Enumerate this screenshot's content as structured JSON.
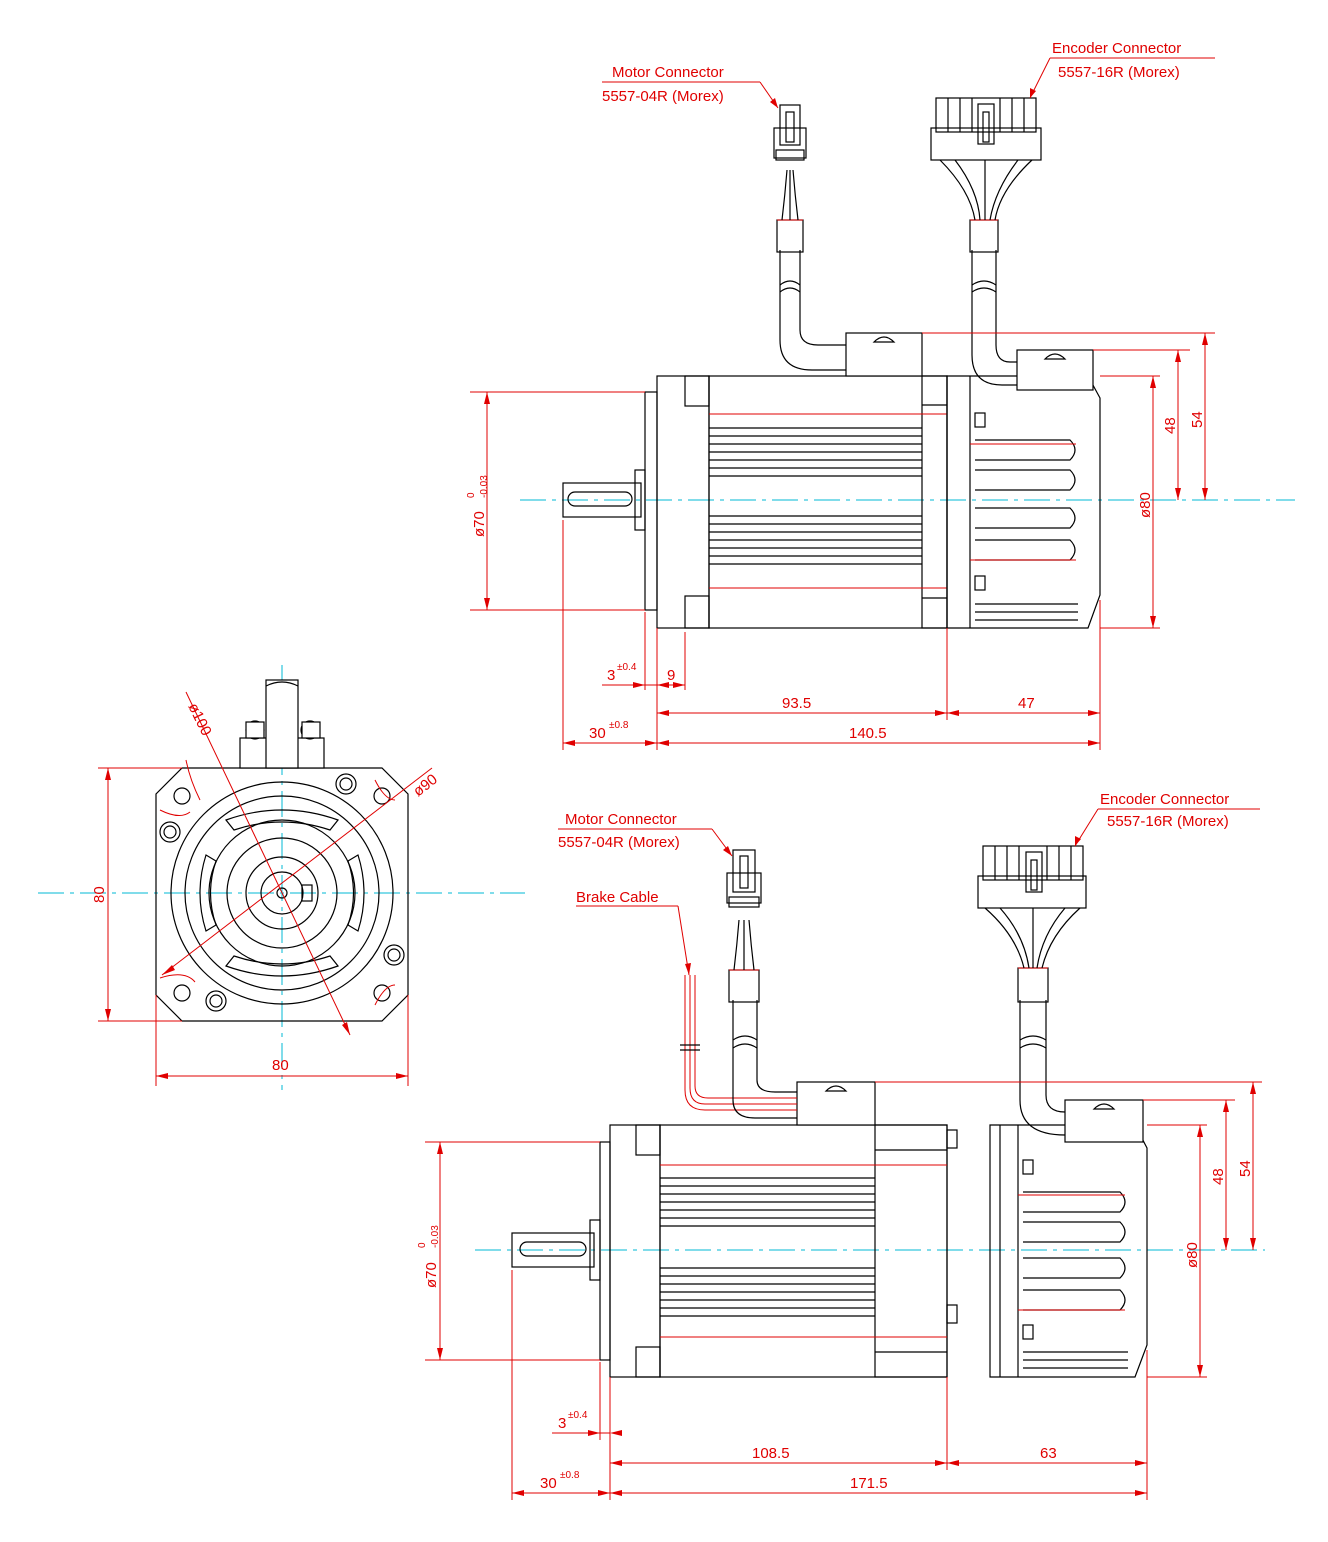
{
  "colors": {
    "outline": "#000000",
    "dimension": "#e00000",
    "centerline": "#00b8d4"
  },
  "view_top": {
    "motor_connector": {
      "name": "Motor Connector",
      "part": "5557-04R (Morex)"
    },
    "encoder_connector": {
      "name": "Encoder Connector",
      "part": "5557-16R (Morex)"
    },
    "dims": {
      "pilot_diameter": "ø70",
      "pilot_tol_upper": "0",
      "pilot_tol_lower": "-0.03",
      "flange_thickness": "3",
      "flange_thickness_tol": "±0.4",
      "flange_offset": "9",
      "body_length": "93.5",
      "encoder_length": "47",
      "shaft_length": "30",
      "shaft_tol": "±0.8",
      "total_length": "140.5",
      "connector_height_1": "48",
      "connector_height_2": "54",
      "encoder_diameter": "ø80"
    }
  },
  "view_front": {
    "dims": {
      "outer_circle": "ø100",
      "bolt_circle": "ø90",
      "height": "80",
      "width": "80"
    }
  },
  "view_bottom": {
    "motor_connector": {
      "name": "Motor Connector",
      "part": "5557-04R (Morex)"
    },
    "encoder_connector": {
      "name": "Encoder Connector",
      "part": "5557-16R (Morex)"
    },
    "brake_cable": "Brake Cable",
    "dims": {
      "pilot_diameter": "ø70",
      "pilot_tol_upper": "0",
      "pilot_tol_lower": "-0.03",
      "flange_thickness": "3",
      "flange_thickness_tol": "±0.4",
      "body_length": "108.5",
      "encoder_length": "63",
      "shaft_length": "30",
      "shaft_tol": "±0.8",
      "total_length": "171.5",
      "connector_height_1": "48",
      "connector_height_2": "54",
      "encoder_diameter": "ø80"
    }
  }
}
